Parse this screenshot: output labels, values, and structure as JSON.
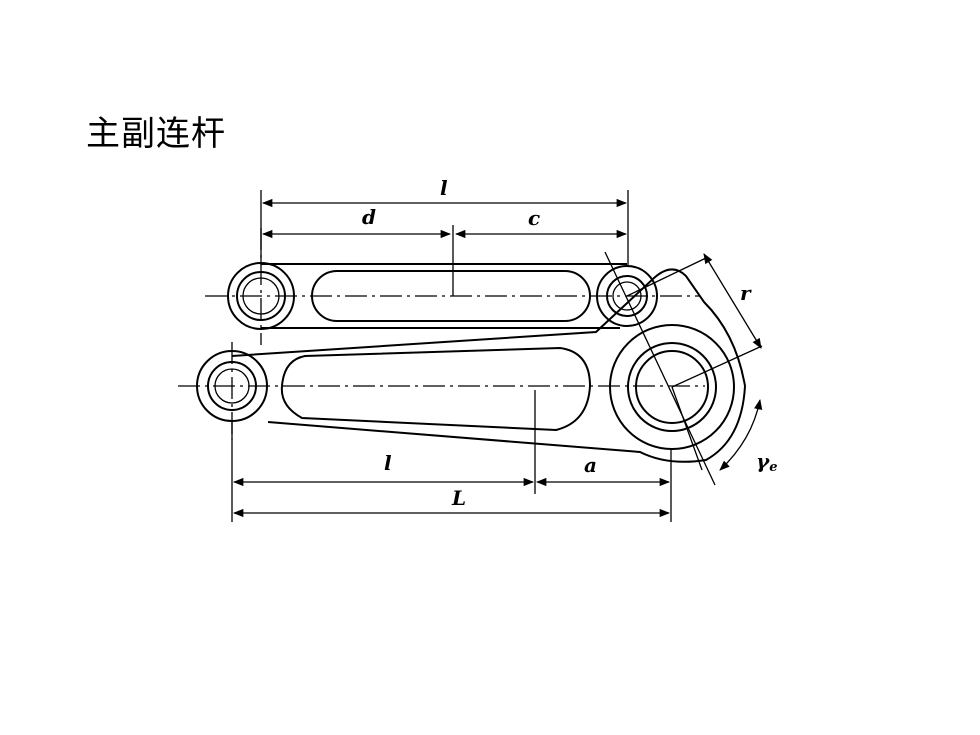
{
  "title": "主副连杆",
  "labels": {
    "l_top": "l",
    "d": "d",
    "c": "c",
    "r": "r",
    "l_bottom": "l",
    "a": "a",
    "L": "L",
    "gamma": "γ",
    "gamma_sub": "e"
  }
}
